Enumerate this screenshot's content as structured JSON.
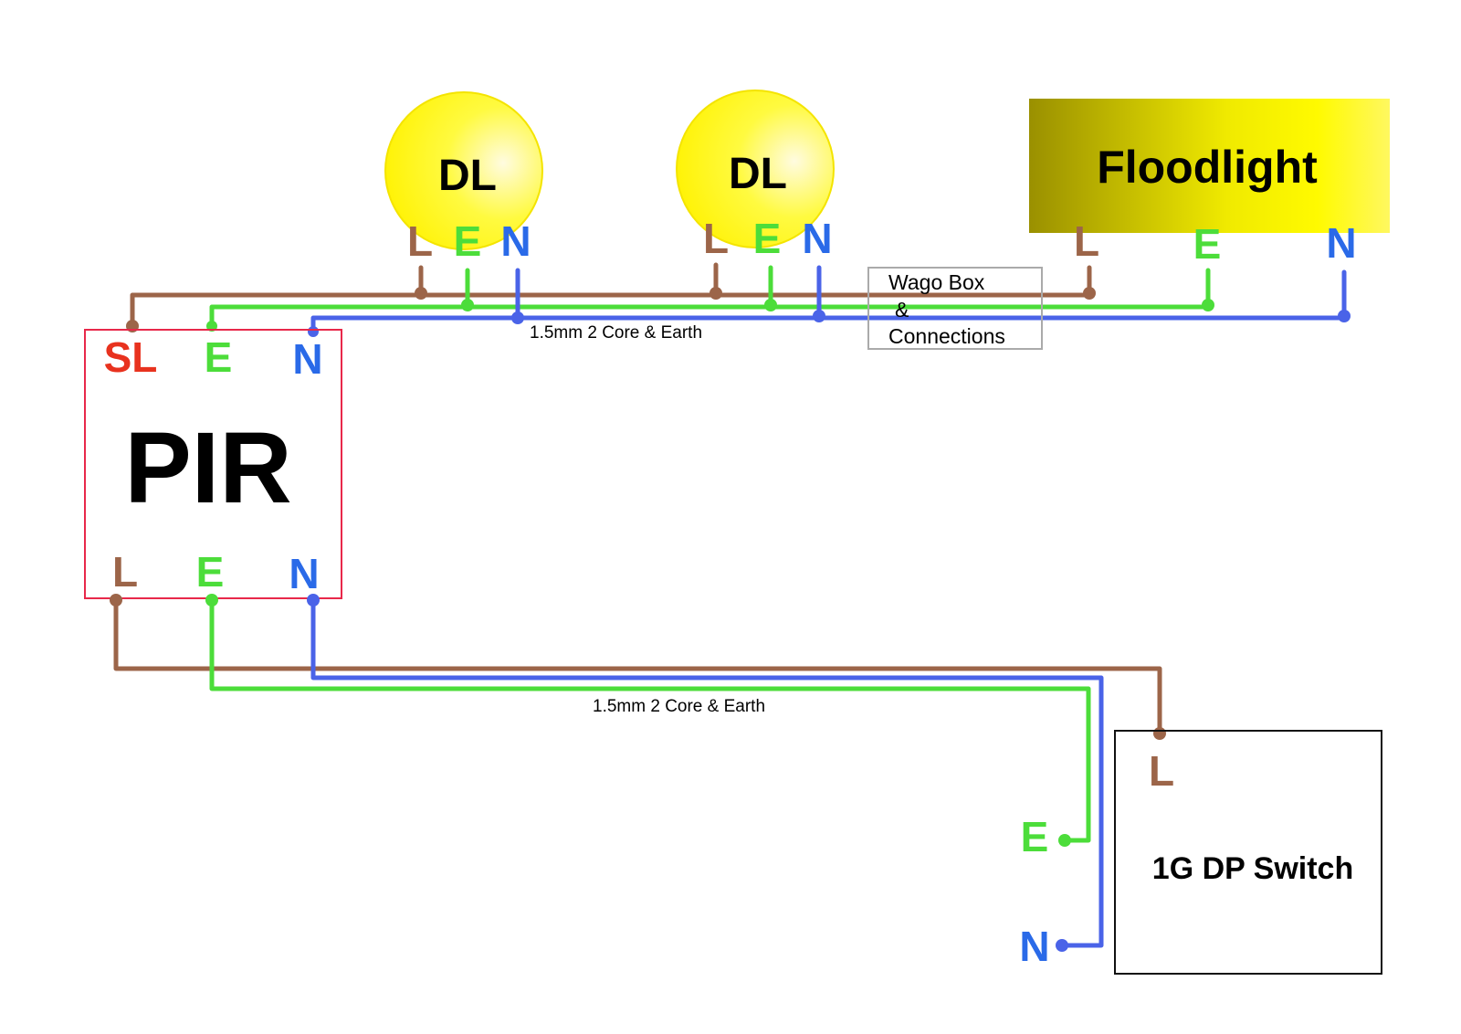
{
  "colors": {
    "live": "#9c6549",
    "earth": "#4cdd3a",
    "neutral": "#4a63e8",
    "neutral_label": "#2a6ae8",
    "switched_live": "#e8321e",
    "pir_border": "#e8284a"
  },
  "lights": [
    {
      "name": "DL",
      "terminals": [
        "L",
        "E",
        "N"
      ]
    },
    {
      "name": "DL",
      "terminals": [
        "L",
        "E",
        "N"
      ]
    }
  ],
  "floodlight": {
    "name": "Floodlight",
    "terminals": [
      "L",
      "E",
      "N"
    ]
  },
  "wago": {
    "line1": "Wago Box",
    "line2": "&",
    "line3": "Connections"
  },
  "cable_top": "1.5mm 2 Core & Earth",
  "cable_bottom": "1.5mm 2 Core & Earth",
  "pir": {
    "name": "PIR",
    "top_terminals": [
      "SL",
      "E",
      "N"
    ],
    "bottom_terminals": [
      "L",
      "E",
      "N"
    ]
  },
  "switch": {
    "name": "1G DP Switch",
    "terminals": [
      "L",
      "E",
      "N"
    ]
  }
}
